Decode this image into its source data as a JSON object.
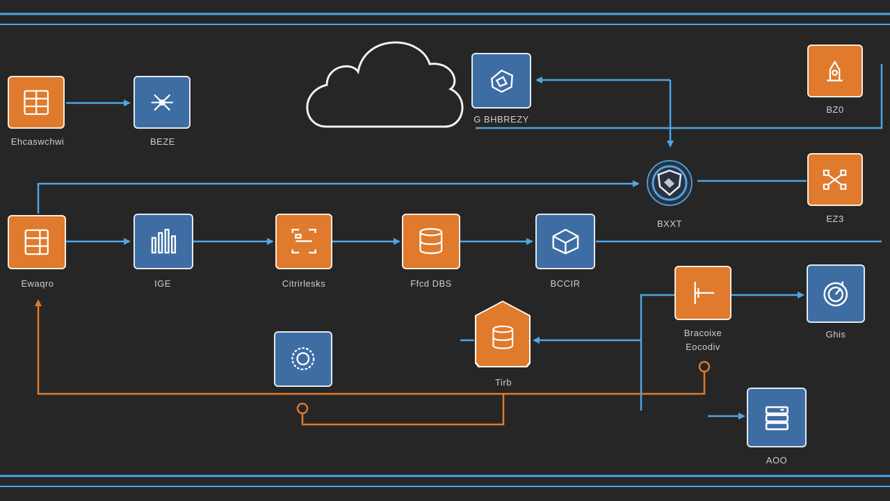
{
  "colors": {
    "background": "#262626",
    "accent_blue": "#4da6e8",
    "accent_orange": "#e07a2c",
    "node_blue": "#3d6da3",
    "node_orange": "#e07a2c"
  },
  "labels": {
    "source_top": "Ehcaswchwi",
    "network_top": "BEZE",
    "cloud_service": "G BHBREZY",
    "top_right": "BZ0",
    "security_hub": "BXXT",
    "right_network": "EZ3",
    "source_mid": "Ewaqro",
    "analytics": "IGE",
    "containers": "Citrirlesks",
    "database": "Ffcd DBS",
    "storage": "BCCIR",
    "balancer_line1": "Bracoixe",
    "balancer_line2": "Eocodiv",
    "monitor": "Ghis",
    "primary_db": "Tirb",
    "server_stack": "AOO"
  },
  "icons": {
    "source_top": "grid-panel-icon",
    "network_top": "network-node-icon",
    "cloud": "cloud-icon",
    "cloud_service": "globe-icon",
    "top_right": "connector-icon",
    "security_hub": "shield-icon",
    "right_network": "network-icon",
    "source_mid": "server-rack-icon",
    "analytics": "bar-chart-icon",
    "containers": "container-icon",
    "database": "database-icon",
    "storage": "storage-box-icon",
    "balancer": "load-balancer-icon",
    "monitor": "gauge-icon",
    "gear_service": "gear-icon",
    "primary_db": "database-icon",
    "server_stack": "server-stack-icon"
  }
}
